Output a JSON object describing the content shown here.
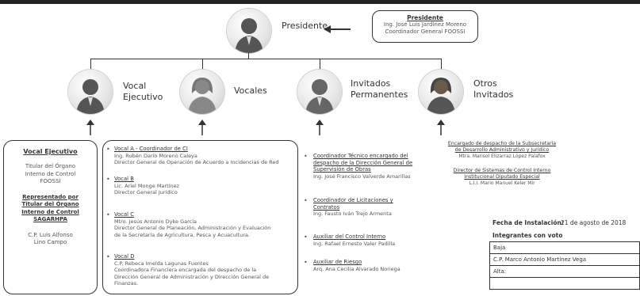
{
  "top": {
    "role_label": "Presidente",
    "box_title": "Presidente",
    "box_name": "Ing. José Luis Jardinez Moreno",
    "box_role": "Coordinador General FOOSSI"
  },
  "level2": [
    {
      "label_l1": "Vocal",
      "label_l2": "Ejecutivo",
      "icon": "male-person-icon"
    },
    {
      "label_l1": "Vocales",
      "label_l2": "",
      "icon": "female-person-icon"
    },
    {
      "label_l1": "Invitados",
      "label_l2": "Permanentes",
      "icon": "male-person-icon"
    },
    {
      "label_l1": "Otros",
      "label_l2": "Invitados",
      "icon": "female-person-icon"
    }
  ],
  "vocal_ejecutivo_box": {
    "title": "Vocal Ejecutivo",
    "lines": [
      "Titular del Órgano",
      "Interno de Control",
      "FOOSSI"
    ],
    "rep_title_lines": [
      "Representado por",
      "Titular del Órgano",
      "Interno de Control",
      "SAGARHPA"
    ],
    "rep_name_lines": [
      "C.P. Luis Alfonso",
      "Lino Campo"
    ]
  },
  "vocales_box": {
    "items": [
      {
        "title": "Vocal A - Coordinador de CI",
        "lines": [
          "Ing. Rubén Darío Moreno Caleya",
          "Director General de Operación de Acuerdo a Incidencias de Red"
        ]
      },
      {
        "title": "Vocal B",
        "lines": [
          "Lic. Ariel Monge Martínez",
          "Director General Jurídico"
        ]
      },
      {
        "title": "Vocal C",
        "lines": [
          "Mtro. Jesús Antonio Dyke García",
          "Director General de Planeación, Administración y Evaluación",
          "de la Secretaría de Agricultura, Pesca y Acuacultura."
        ]
      },
      {
        "title": "Vocal D",
        "lines": [
          "C.P. Rebeca Imelda Lagunas Fuentes",
          "Coordinadora Financiera encargada del despacho de la",
          "Dirección General de Administración y Dirección General de",
          "Finanzas."
        ]
      }
    ]
  },
  "invitados_list": {
    "items": [
      {
        "title_lines": [
          "Coordinador Técnico encargado del",
          "despacho de la Dirección General de",
          "Supervisión de Obras"
        ],
        "name": "Ing. José Francisco Valverde Amarillas"
      },
      {
        "title_lines": [
          "Coordinador de Licitaciones y",
          "Contratos"
        ],
        "name": "Ing. Fausto Iván Trejo Armenta"
      },
      {
        "title_lines": [
          "Auxiliar del Control Interno"
        ],
        "name": "Ing. Rafael Ernesto Valer Padilla"
      },
      {
        "title_lines": [
          "Auxiliar de Riesgo"
        ],
        "name": "Arq. Ana Cecilia Alvarado Noriega"
      }
    ]
  },
  "otros_list": {
    "items": [
      {
        "title_lines": [
          "Encargado de despacho de la Subsecretaría",
          "de Desarrollo Administrativo y Jurídico"
        ],
        "name": "Mtra. Marisol Elizarraz López Palafox"
      },
      {
        "title_lines": [
          "Director de Sistemas de Control Interno",
          "Institucional Diputado Especial"
        ],
        "name": "L.I.I. Mario Manuel Keler Mir"
      }
    ]
  },
  "install": {
    "label": "Fecha de Instalación:",
    "date": "21 de agosto de 2018",
    "members_heading": "Integrantes con voto",
    "rows": [
      "Baja",
      "C.P. Marco Antonio Martínez Vega",
      "Alta:",
      ""
    ]
  },
  "colors": {
    "line": "#333333",
    "text": "#333333",
    "topbar": "#222222"
  }
}
